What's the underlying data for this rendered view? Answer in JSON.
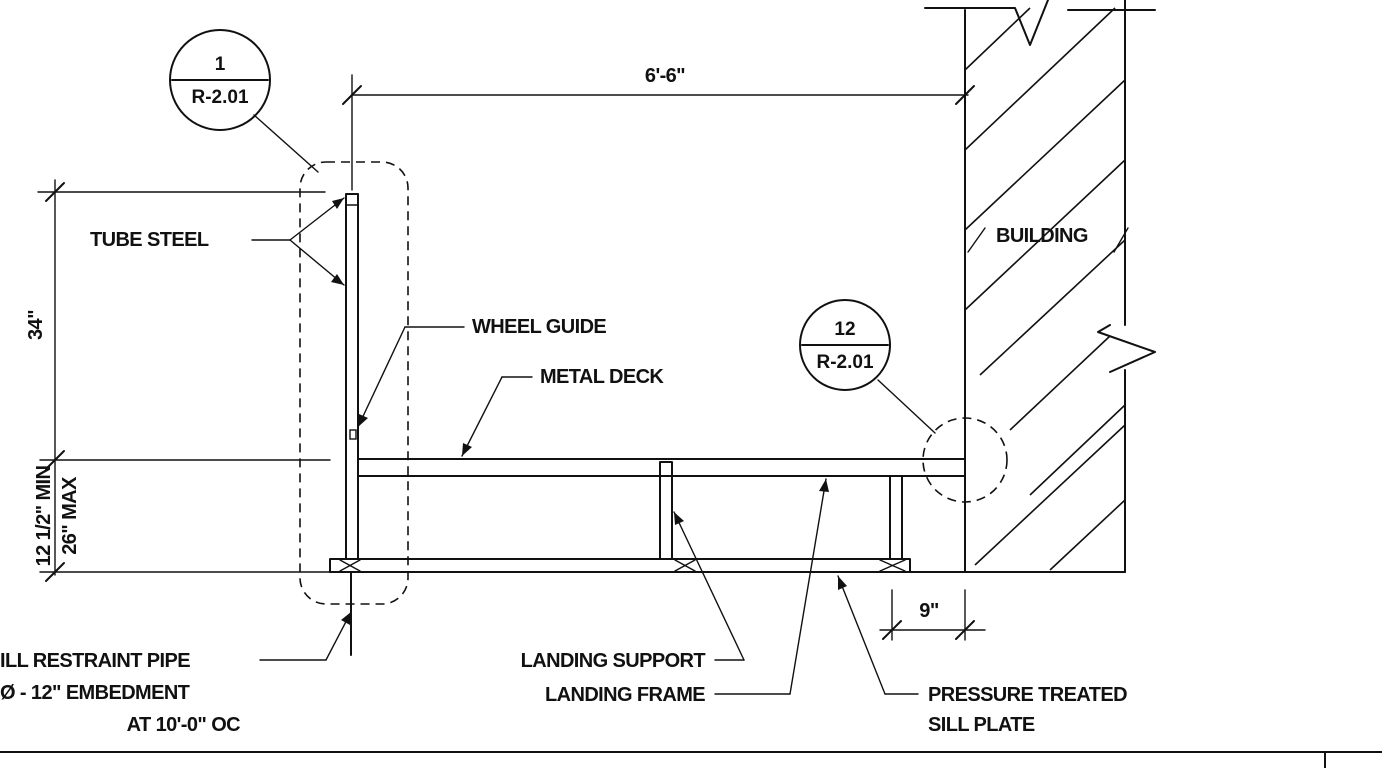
{
  "dimensions": {
    "width_dim": "6'-6\"",
    "height_dim": "34\"",
    "deck_dim_min": "12 1/2\" MIN",
    "deck_dim_max": "26\" MAX",
    "edge_dim": "9\""
  },
  "callouts": [
    {
      "number": "1",
      "sheet": "R-2.01"
    },
    {
      "number": "12",
      "sheet": "R-2.01"
    }
  ],
  "labels": {
    "tube_steel": "TUBE STEEL",
    "wheel_guide": "WHEEL GUIDE",
    "metal_deck": "METAL DECK",
    "building": "BUILDING",
    "landing_support": "LANDING SUPPORT",
    "landing_frame": "LANDING FRAME",
    "sill_restraint_line1": "ILL RESTRAINT PIPE",
    "sill_restraint_line2": "Ø - 12\" EMBEDMENT",
    "sill_restraint_line3": "AT 10'-0\" OC",
    "pressure_treated_line1": "PRESSURE TREATED",
    "pressure_treated_line2": "SILL PLATE"
  }
}
